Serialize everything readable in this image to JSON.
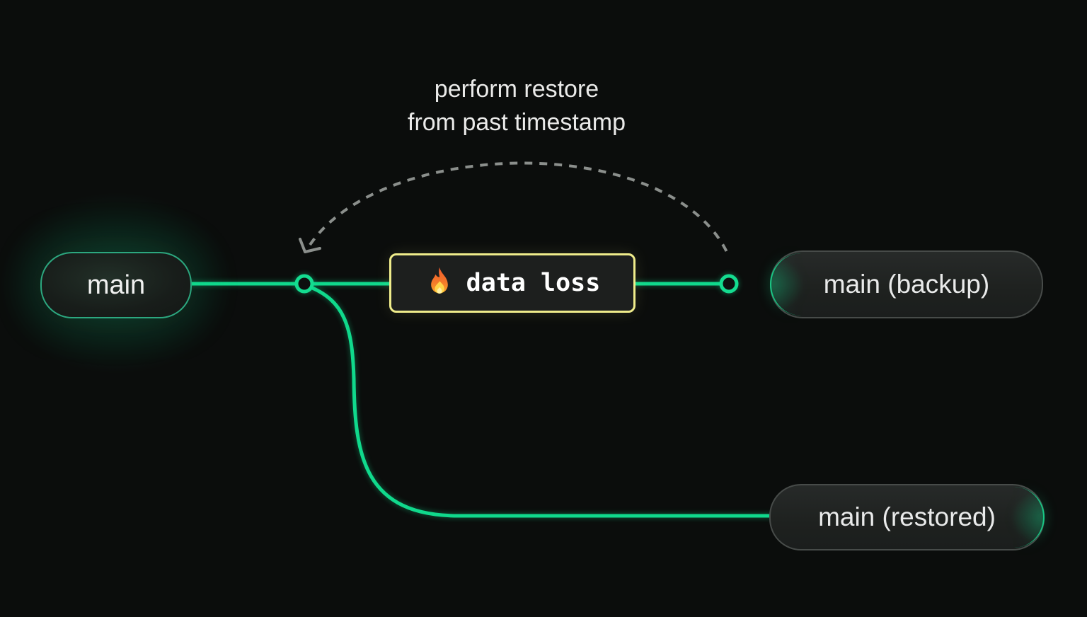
{
  "diagram": {
    "background_color": "#0b0d0c",
    "accent_green": "#10d98c",
    "warning_yellow": "#efec8b",
    "dash_gray": "#8b8f8c",
    "annotation": {
      "line1": "perform restore",
      "line2": "from past timestamp"
    },
    "event": {
      "label": "data loss",
      "icon": "fire-icon"
    },
    "nodes": {
      "main": {
        "label": "main"
      },
      "backup": {
        "label": "main (backup)"
      },
      "restored": {
        "label": "main (restored)"
      }
    }
  }
}
